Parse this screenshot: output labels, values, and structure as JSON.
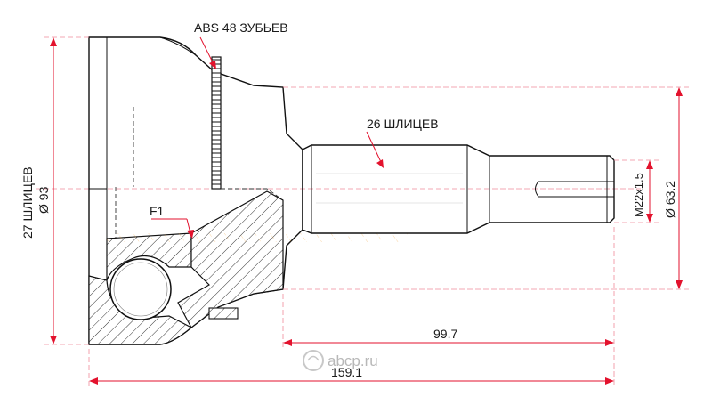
{
  "labels": {
    "abs": "ABS 48 ЗУБЬЕВ",
    "splines_shaft": "26 ШЛИЦЕВ",
    "splines_housing": "27 ШЛИЦЕВ",
    "housing_diameter": "Ø 93",
    "flange": "F1",
    "thread": "M22x1.5",
    "outer_diameter": "Ø 63.2",
    "shaft_length": "99.7",
    "total_length": "159.1",
    "watermark": "abcp.ru"
  },
  "colors": {
    "dimension": "#e3122d",
    "outline": "#111111",
    "hatch_accent": "#f2a33a"
  }
}
